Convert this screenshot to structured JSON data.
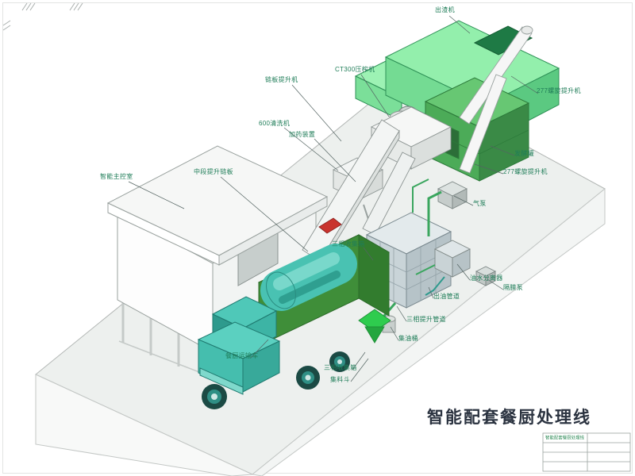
{
  "page": {
    "title": "智能配套餐厨处理线"
  },
  "labels": [
    {
      "id": "slag-discharger",
      "text": "出渣机"
    },
    {
      "id": "screw-elevator-1",
      "text": "277螺旋提升机"
    },
    {
      "id": "fermenter",
      "text": "发酵罐"
    },
    {
      "id": "screw-elevator-2",
      "text": "277螺旋提升机"
    },
    {
      "id": "air-pump",
      "text": "气泵"
    },
    {
      "id": "chain-plate-elevator",
      "text": "链板提升机"
    },
    {
      "id": "ct300-press",
      "text": "CT300压榨机"
    },
    {
      "id": "washer-600",
      "text": "600清洗机"
    },
    {
      "id": "dosing-device",
      "text": "加药装置"
    },
    {
      "id": "control-room",
      "text": "智能主控室"
    },
    {
      "id": "mid-elevator",
      "text": "中段提升链板"
    },
    {
      "id": "three-phase-tank-1",
      "text": "三相收集箱"
    },
    {
      "id": "oil-water-separator",
      "text": "油水分离器"
    },
    {
      "id": "diaphragm-pump",
      "text": "隔膜泵"
    },
    {
      "id": "oil-outlet-pipe",
      "text": "出油管道"
    },
    {
      "id": "three-phase-lift-pipe",
      "text": "三相提升管道"
    },
    {
      "id": "oil-drum",
      "text": "集油桶"
    },
    {
      "id": "three-phase-tank-2",
      "text": "三相收集箱"
    },
    {
      "id": "feed-hopper",
      "text": "集料斗"
    },
    {
      "id": "kitchen-waste-truck",
      "text": "餐厨运输车"
    }
  ],
  "titleblock": {
    "name": "智能配套餐厨处理线"
  },
  "colors": {
    "machine_green": "#93efac",
    "fermenter_green": "#4cab58",
    "truck_teal": "#49c2b2",
    "box_green": "#3f8e39",
    "hopper_green": "#2ecc4e",
    "label_green": "#1f7d58",
    "accent_red": "#c9342e"
  }
}
